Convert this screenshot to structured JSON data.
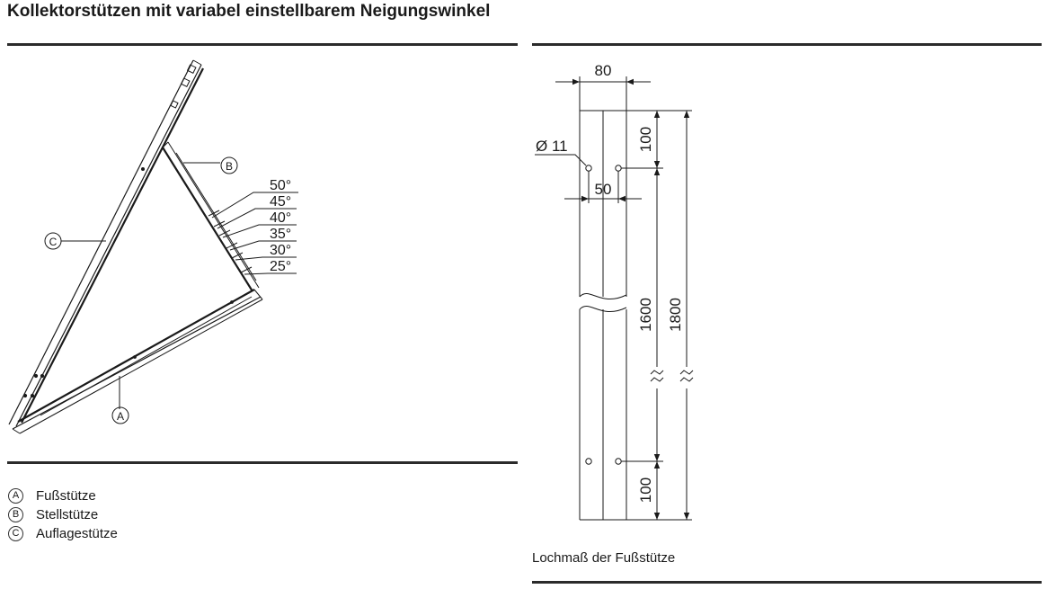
{
  "title": "Kollektorstützen mit variabel einstellbarem Neigungswinkel",
  "diagram": {
    "callouts": {
      "a": "A",
      "b": "B",
      "c": "C"
    },
    "angles": [
      "50°",
      "45°",
      "40°",
      "35°",
      "30°",
      "25°"
    ]
  },
  "legend": [
    {
      "letter": "A",
      "label": "Fußstütze"
    },
    {
      "letter": "B",
      "label": "Stellstütze"
    },
    {
      "letter": "C",
      "label": "Auflagestütze"
    }
  ],
  "drawing": {
    "width_label": "80",
    "hole_label": "Ø 11",
    "hole_spacing_label": "50",
    "top_offset_label": "100",
    "bottom_offset_label": "100",
    "hole_distance_label": "1600",
    "total_length_label": "1800"
  },
  "caption": "Lochmaß der Fußstütze",
  "colors": {
    "line": "#1a1a1a",
    "rule": "#2b2b2b",
    "background": "#ffffff"
  }
}
